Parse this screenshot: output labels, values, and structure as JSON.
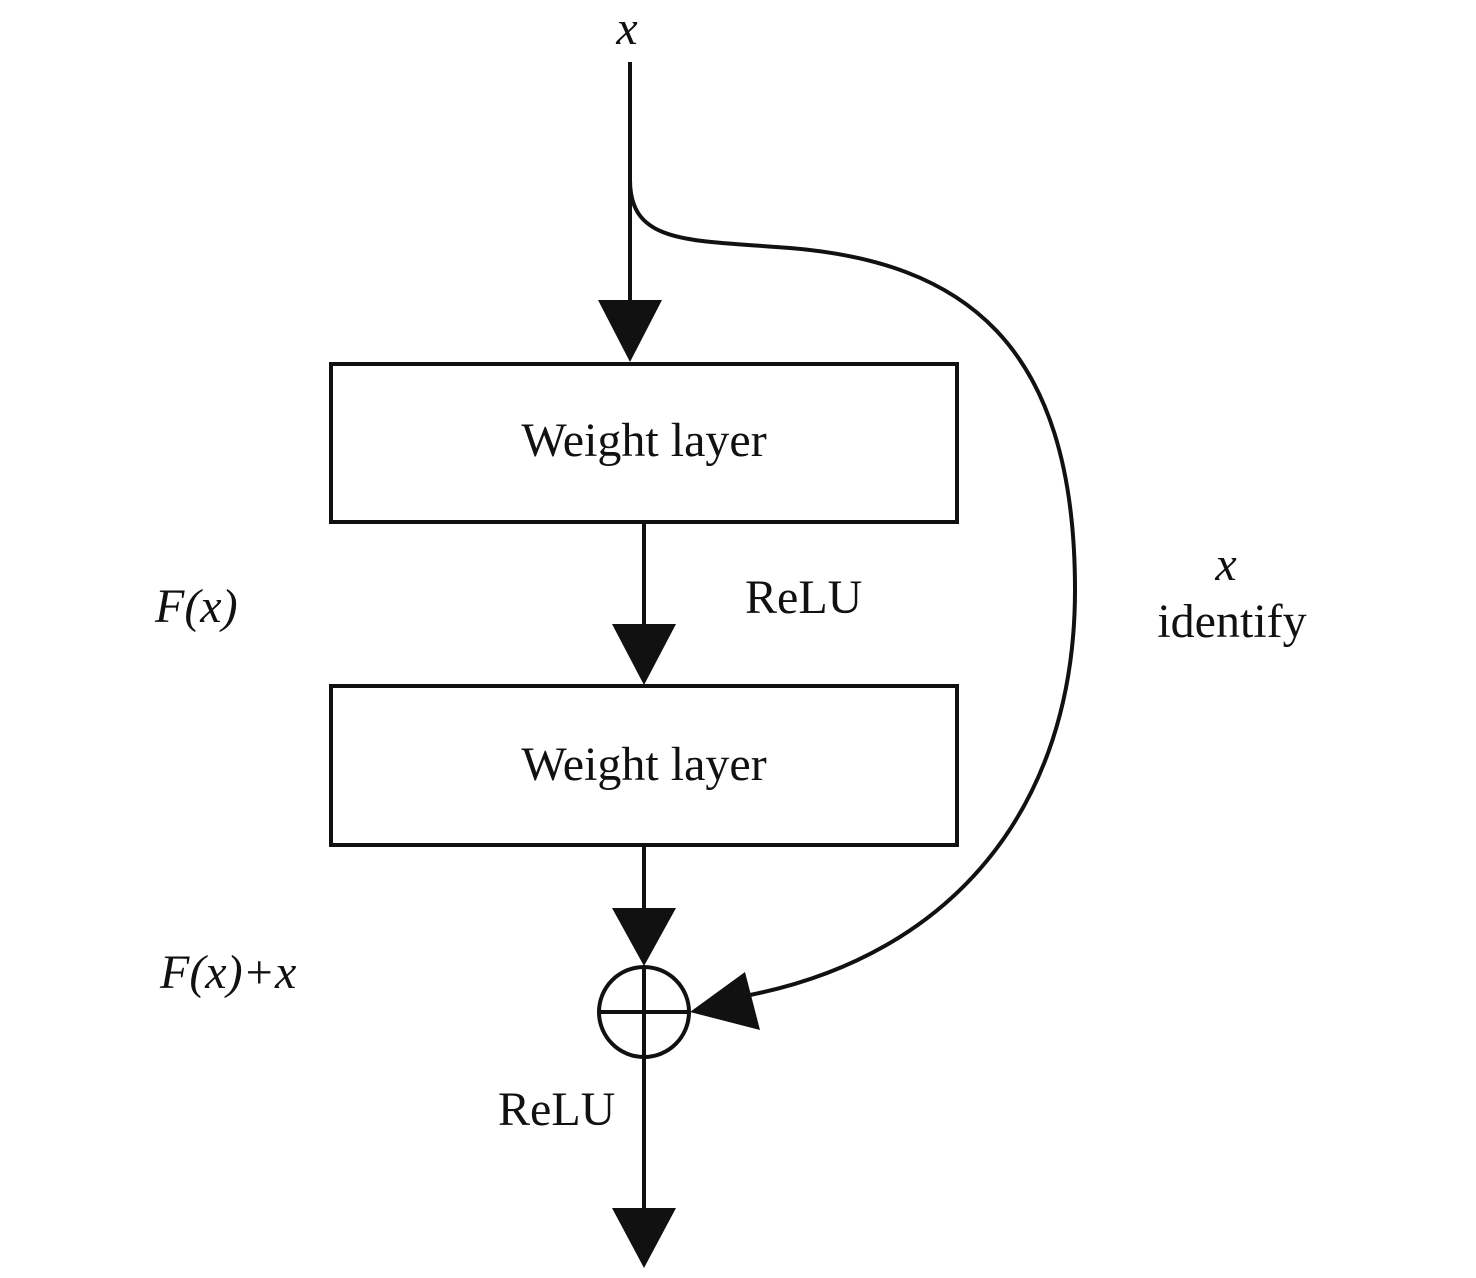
{
  "input_label": "x",
  "blocks": [
    {
      "label": "Weight layer"
    },
    {
      "label": "Weight layer"
    }
  ],
  "activation_mid": "ReLU",
  "activation_out": "ReLU",
  "residual_label": "F(x)",
  "sum_label": "F(x)+x",
  "shortcut": {
    "var": "x",
    "label": "identify"
  },
  "colors": {
    "stroke": "#111111",
    "background": "#ffffff"
  }
}
